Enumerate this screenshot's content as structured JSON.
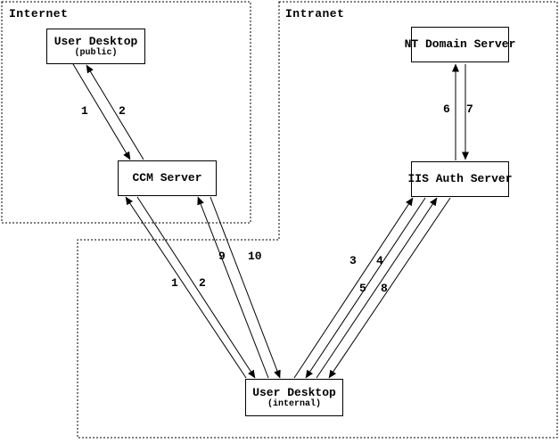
{
  "zones": {
    "internet": {
      "label": "Internet"
    },
    "intranet": {
      "label": "Intranet"
    }
  },
  "nodes": {
    "user_desktop_public": {
      "title": "User Desktop",
      "subtitle": "(public)"
    },
    "ccm_server": {
      "title": "CCM Server"
    },
    "nt_domain_server": {
      "title": "NT Domain Server"
    },
    "iis_auth_server": {
      "title": "IIS Auth Server"
    },
    "user_desktop_internal": {
      "title": "User Desktop",
      "subtitle": "(internal)"
    }
  },
  "flow_steps": {
    "public_1": "1",
    "public_2": "2",
    "internal_1": "1",
    "internal_2": "2",
    "step_3": "3",
    "step_4": "4",
    "step_5": "5",
    "step_6": "6",
    "step_7": "7",
    "step_8": "8",
    "step_9": "9",
    "step_10": "10"
  },
  "edges": [
    {
      "step": "1",
      "from": "User Desktop (public)",
      "to": "CCM Server"
    },
    {
      "step": "2",
      "from": "CCM Server",
      "to": "User Desktop (public)"
    },
    {
      "step": "1",
      "from": "User Desktop (internal)",
      "to": "CCM Server"
    },
    {
      "step": "2",
      "from": "CCM Server",
      "to": "User Desktop (internal)"
    },
    {
      "step": "3",
      "from": "User Desktop (internal)",
      "to": "IIS Auth Server"
    },
    {
      "step": "4",
      "from": "IIS Auth Server",
      "to": "User Desktop (internal)"
    },
    {
      "step": "5",
      "from": "User Desktop (internal)",
      "to": "IIS Auth Server"
    },
    {
      "step": "6",
      "from": "IIS Auth Server",
      "to": "NT Domain Server"
    },
    {
      "step": "7",
      "from": "NT Domain Server",
      "to": "IIS Auth Server"
    },
    {
      "step": "8",
      "from": "IIS Auth Server",
      "to": "User Desktop (internal)"
    },
    {
      "step": "9",
      "from": "User Desktop (internal)",
      "to": "CCM Server"
    },
    {
      "step": "10",
      "from": "CCM Server",
      "to": "User Desktop (internal)"
    }
  ],
  "colors": {
    "line": "#000000",
    "background": "#ffffff"
  }
}
